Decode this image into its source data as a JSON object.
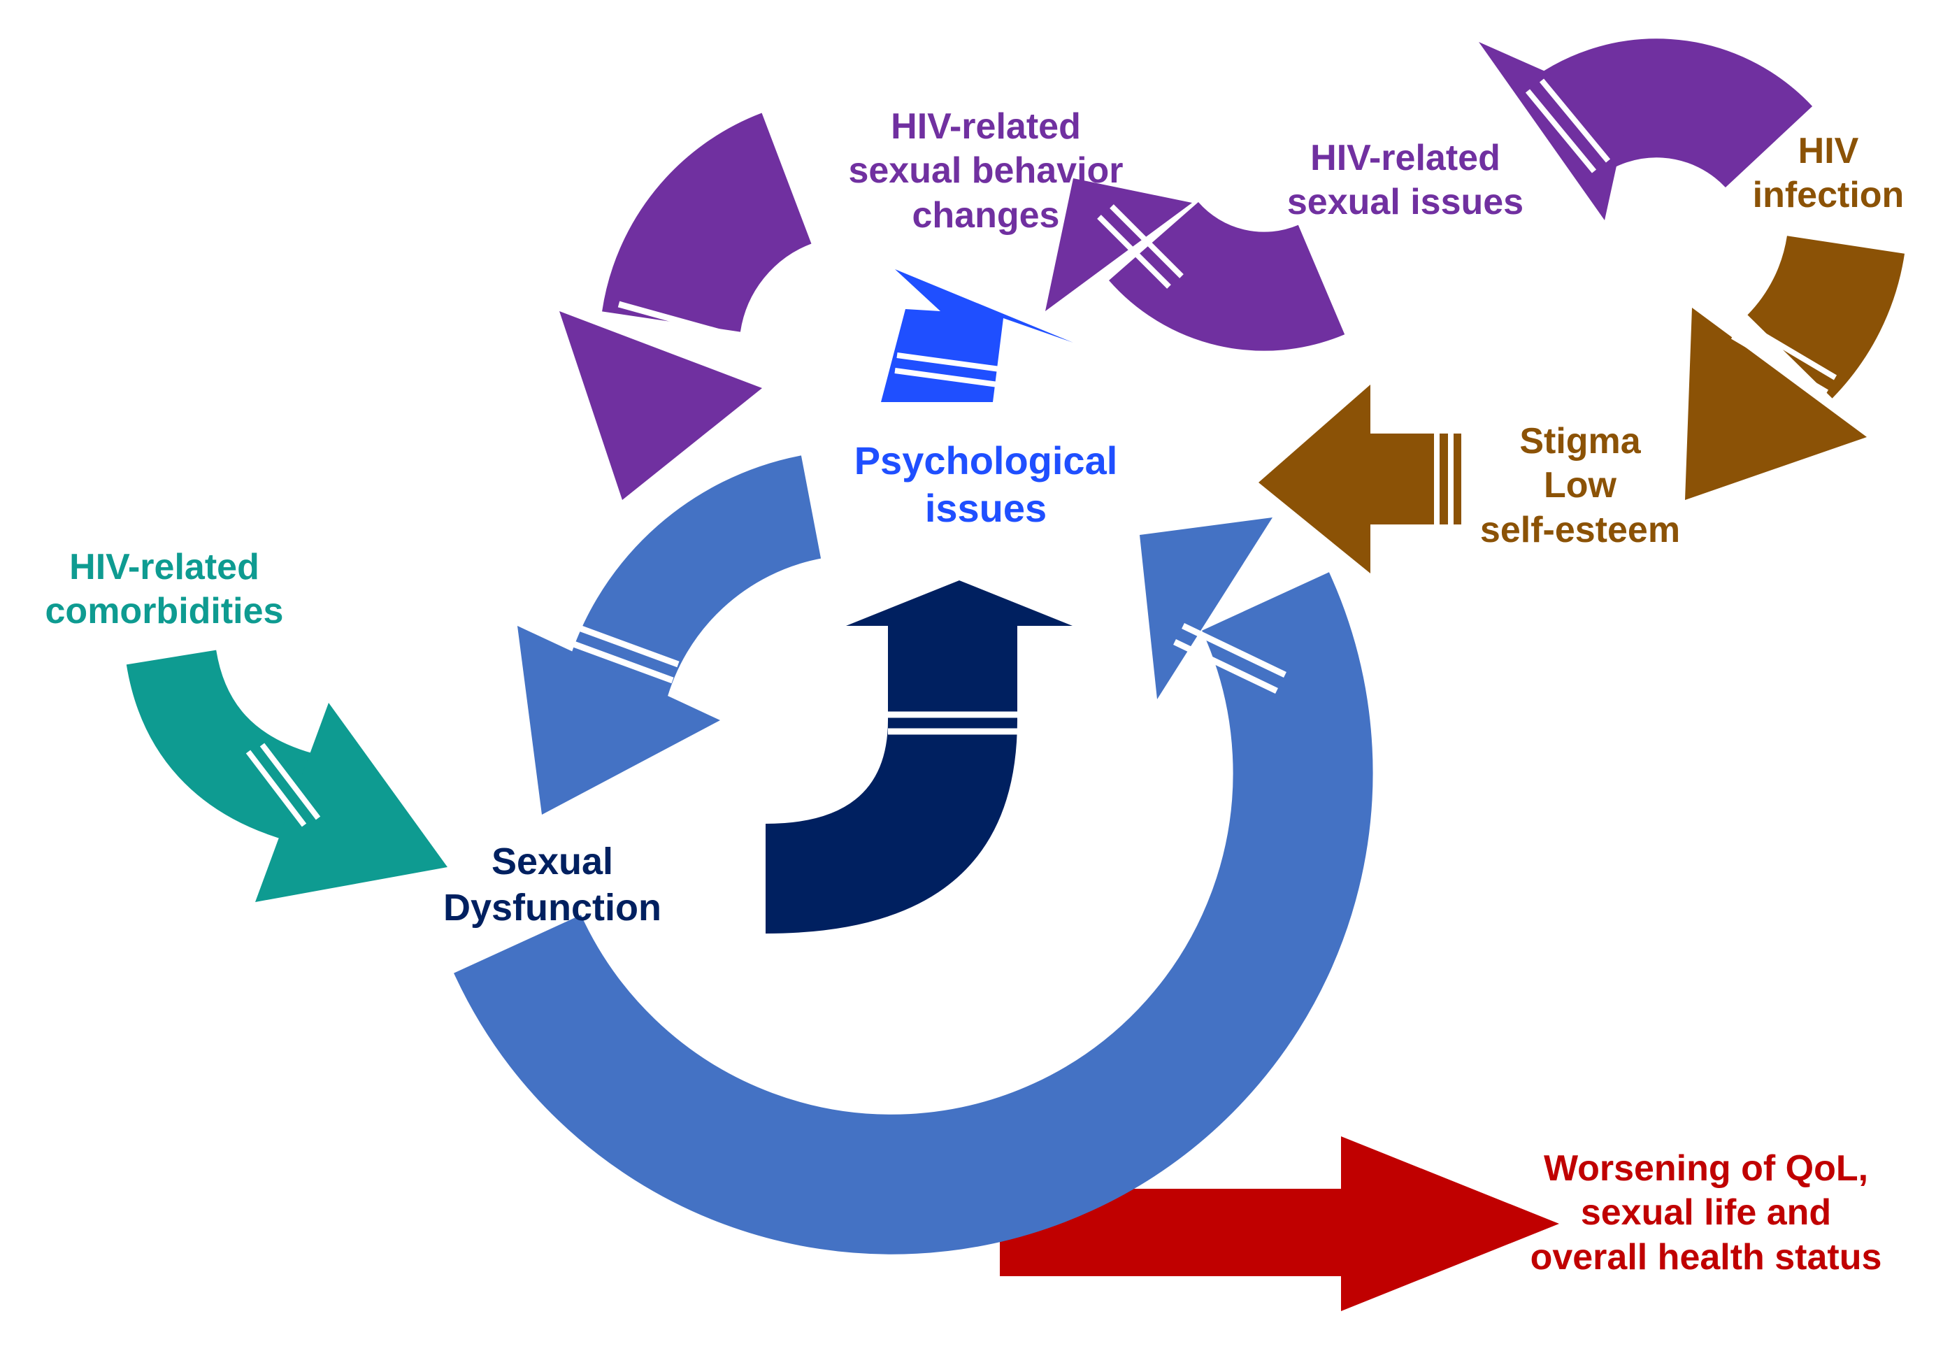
{
  "colors": {
    "purple": "#7030A0",
    "brown": "#8B5206",
    "blue_light": "#4472C4",
    "blue_bright": "#1F4FFF",
    "navy": "#002060",
    "teal": "#0E9B91",
    "red": "#C00000"
  },
  "labels": {
    "behavior_changes": [
      "HIV-related",
      "sexual behavior",
      "changes"
    ],
    "sexual_issues": [
      "HIV-related",
      "sexual issues"
    ],
    "hiv_infection": [
      "HIV",
      "infection"
    ],
    "stigma": [
      "Stigma",
      "Low",
      "self-esteem"
    ],
    "psychological": [
      "Psychological",
      "issues"
    ],
    "comorbidities": [
      "HIV-related",
      "comorbidities"
    ],
    "sexual_dysfunction": [
      "Sexual",
      "Dysfunction"
    ],
    "worsening": [
      "Worsening of QoL,",
      "sexual life and",
      "overall health status"
    ]
  }
}
